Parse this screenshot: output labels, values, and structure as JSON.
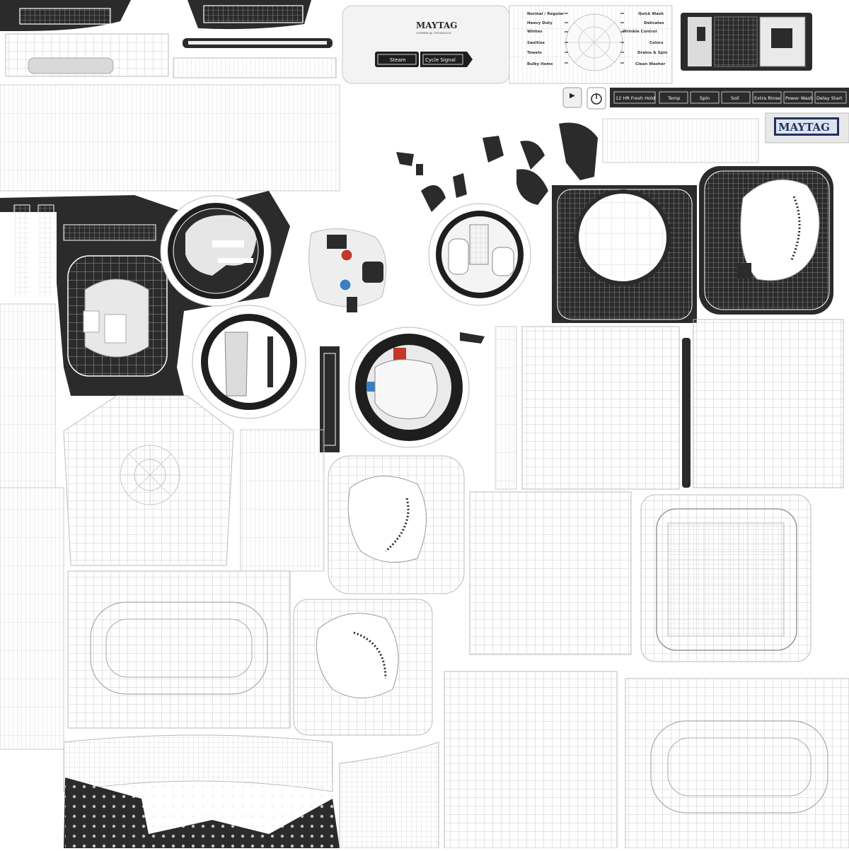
{
  "brand": {
    "logo_top": "MAYTAG",
    "tagline": "COMMERCIAL TECHNOLOGY",
    "logo_badge": "MAYTAG"
  },
  "panel_buttons": {
    "steam": "Steam",
    "cycle_signal": "Cycle Signal"
  },
  "cycles_left": [
    "Normal / Regular",
    "Heavy Duty",
    "Whites",
    "Sanitize",
    "Towels",
    "Bulky Items"
  ],
  "cycles_right": [
    "Quick Wash",
    "Delicates",
    "Wrinkle Control",
    "Colors",
    "Drains & Spin",
    "Clean Washer"
  ],
  "option_strip": [
    "12 HR Fresh Hold",
    "Temp",
    "Spin",
    "Soil",
    "Extra Rinse",
    "Power Wash",
    "Delay Start"
  ],
  "colors": {
    "background": "#ffffff",
    "wire": "#b9b9b9",
    "panel": "#2b2b2b",
    "badge": "#1e3160",
    "accent_red": "#c0392b",
    "accent_blue": "#3a7fc1"
  }
}
